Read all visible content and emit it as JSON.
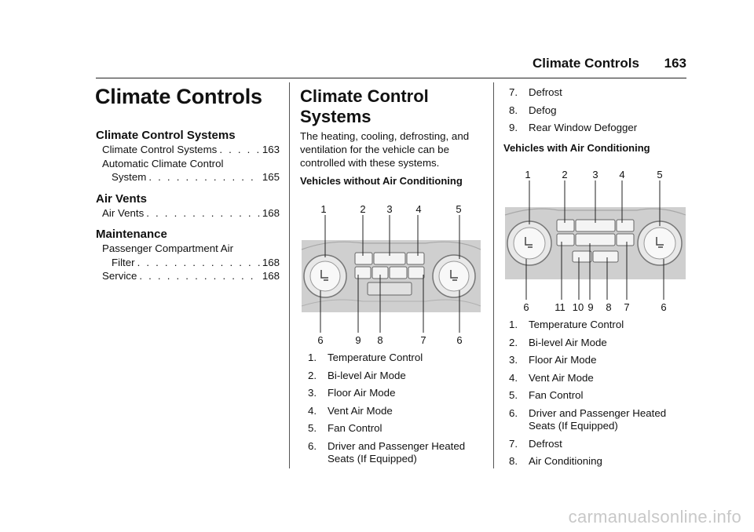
{
  "header": {
    "section_title": "Climate Controls",
    "page_number": "163"
  },
  "chapter": {
    "title": "Climate Controls",
    "toc": [
      {
        "heading": "Climate Control Systems",
        "entries": [
          {
            "lines": [
              "Climate Control Systems"
            ],
            "page": "163"
          },
          {
            "lines": [
              "Automatic Climate Control",
              "System"
            ],
            "page": "165"
          }
        ]
      },
      {
        "heading": "Air Vents",
        "entries": [
          {
            "lines": [
              "Air Vents"
            ],
            "page": "168"
          }
        ]
      },
      {
        "heading": "Maintenance",
        "entries": [
          {
            "lines": [
              "Passenger Compartment Air",
              "Filter"
            ],
            "page": "168"
          },
          {
            "lines": [
              "Service"
            ],
            "page": "168"
          }
        ]
      }
    ]
  },
  "section": {
    "title": "Climate Control Systems",
    "intro": "The heating, cooling, defrosting, and ventilation for the vehicle can be controlled with these systems.",
    "without_ac": {
      "heading": "Vehicles without Air Conditioning",
      "callouts_top": [
        "1",
        "2",
        "3",
        "4",
        "5"
      ],
      "callouts_bottom": [
        "6",
        "9",
        "8",
        "7",
        "6"
      ],
      "items": [
        {
          "num": "1.",
          "text": "Temperature Control"
        },
        {
          "num": "2.",
          "text": "Bi-level Air Mode"
        },
        {
          "num": "3.",
          "text": "Floor Air Mode"
        },
        {
          "num": "4.",
          "text": "Vent Air Mode"
        },
        {
          "num": "5.",
          "text": "Fan Control"
        },
        {
          "num": "6.",
          "text": "Driver and Passenger Heated Seats (If Equipped)"
        },
        {
          "num": "7.",
          "text": "Defrost"
        },
        {
          "num": "8.",
          "text": "Defog"
        },
        {
          "num": "9.",
          "text": "Rear Window Defogger"
        }
      ]
    },
    "with_ac": {
      "heading": "Vehicles with Air Conditioning",
      "callouts_top": [
        "1",
        "2",
        "3",
        "4",
        "5"
      ],
      "callouts_bottom": [
        "6",
        "11",
        "10",
        "9",
        "8",
        "7",
        "6"
      ],
      "items": [
        {
          "num": "1.",
          "text": "Temperature Control"
        },
        {
          "num": "2.",
          "text": "Bi-level Air Mode"
        },
        {
          "num": "3.",
          "text": "Floor Air Mode"
        },
        {
          "num": "4.",
          "text": "Vent Air Mode"
        },
        {
          "num": "5.",
          "text": "Fan Control"
        },
        {
          "num": "6.",
          "text": "Driver and Passenger Heated Seats (If Equipped)"
        },
        {
          "num": "7.",
          "text": "Defrost"
        },
        {
          "num": "8.",
          "text": "Air Conditioning"
        }
      ]
    }
  },
  "watermark": "carmanualsonline.info"
}
